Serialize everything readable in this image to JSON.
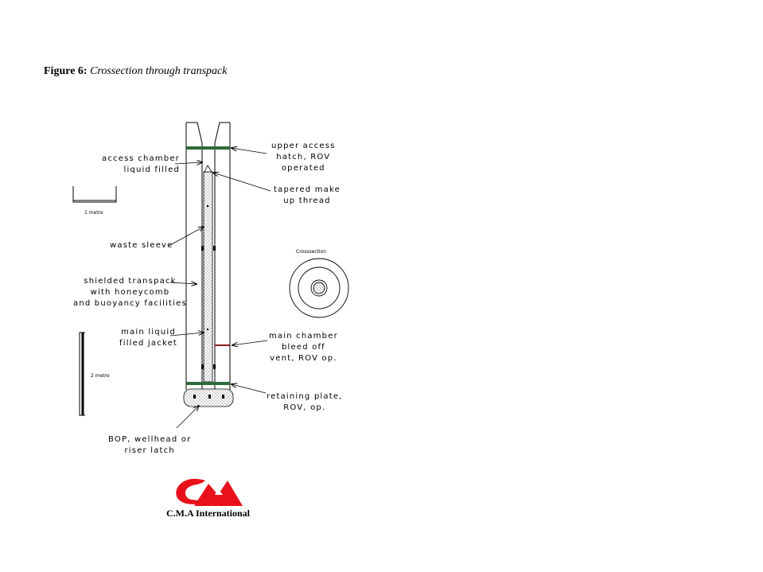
{
  "figure": {
    "number": "Figure 6:",
    "caption": "Crossection through transpack"
  },
  "labels": {
    "upper_access_hatch": [
      "upper access",
      "hatch, ROV",
      "operated"
    ],
    "access_chamber": [
      "access chamber",
      "liquid filled"
    ],
    "tapered_thread": [
      "tapered make",
      "up thread"
    ],
    "waste_sleeve": [
      "waste sleeve"
    ],
    "shielded_transpack": [
      "shielded transpack",
      "with honeycomb",
      "and buoyancy facilities"
    ],
    "main_liquid_jacket": [
      "main liquid",
      "filled jacket"
    ],
    "main_chamber_vent": [
      "main chamber",
      "bleed off",
      "vent, ROV op."
    ],
    "retaining_plate": [
      "retaining plate,",
      "ROV, op."
    ],
    "bop_latch": [
      "BOP, wellhead or",
      "riser latch"
    ]
  },
  "scale": {
    "one_metre": "1 metre",
    "two_metre": "2 metre"
  },
  "inset": {
    "title": "Crosssection"
  },
  "logo": {
    "company": "C.M.A International",
    "color": "#e8101a"
  },
  "colors": {
    "hatch_green": "#2e6b3a",
    "vent_red": "#8b1a1a",
    "stipple": "#d8d8d8"
  }
}
